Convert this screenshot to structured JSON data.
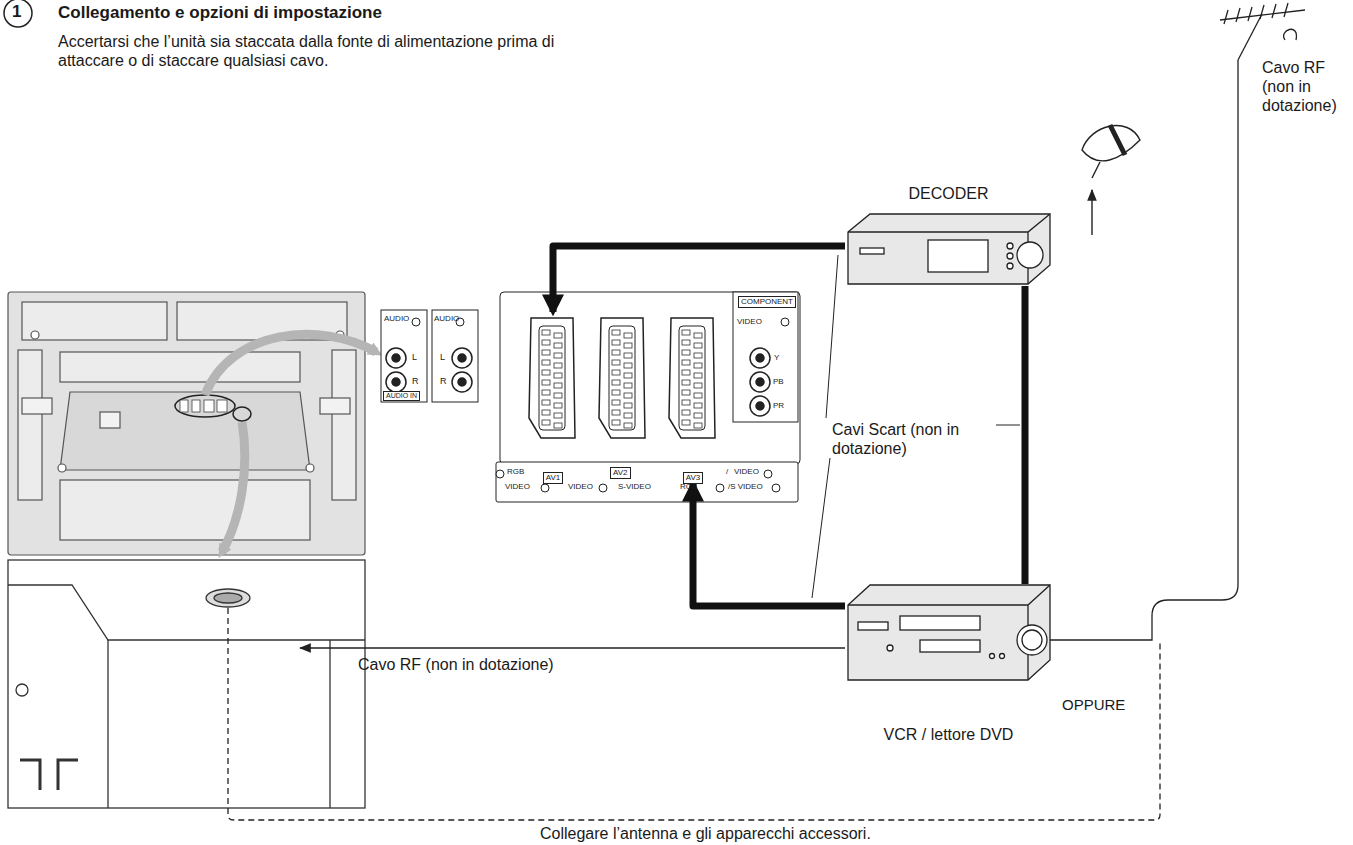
{
  "diagram": {
    "title": "Collegamento e opzioni di impostazione",
    "caption": "Collegare l’antenna e gli apparecchi accessori.",
    "nodes": [
      {
        "text": [
          "DECODER"
        ]
      },
      {
        "text": [
          "AV1"
        ]
      },
      {
        "text": [
          "AV3"
        ]
      },
      {
        "text": [
          "VCR / lettore DVD"
        ]
      }
    ],
    "edges": [
      {
        "from": 0,
        "to": 1,
        "arrow": "to"
      },
      {
        "from": 3,
        "to": 2,
        "arrow": "to"
      },
      {
        "from": 0,
        "to": 3,
        "arrow": "none"
      }
    ],
    "labels": [
      "1",
      "Accertarsi che l’unità sia staccata dalla fonte di alimentazione prima di attaccare o di staccare qualsiasi cavo.",
      "Cavo RF (non in dotazione)",
      "AUDIO",
      "L",
      "R",
      "AUDIO IN",
      "AUDIO",
      "L",
      "R",
      "COMPONENT",
      "VIDEO",
      "Y",
      "PB",
      "PR",
      "RGB",
      "VIDEO",
      "VIDEO",
      "S-VIDEO",
      "AV2",
      "RGB",
      "/S VIDEO",
      "/",
      "VIDEO",
      "Cavi Scart (non in dotazione)",
      "Cavo RF (non in dotazione)",
      "OPPURE"
    ]
  }
}
